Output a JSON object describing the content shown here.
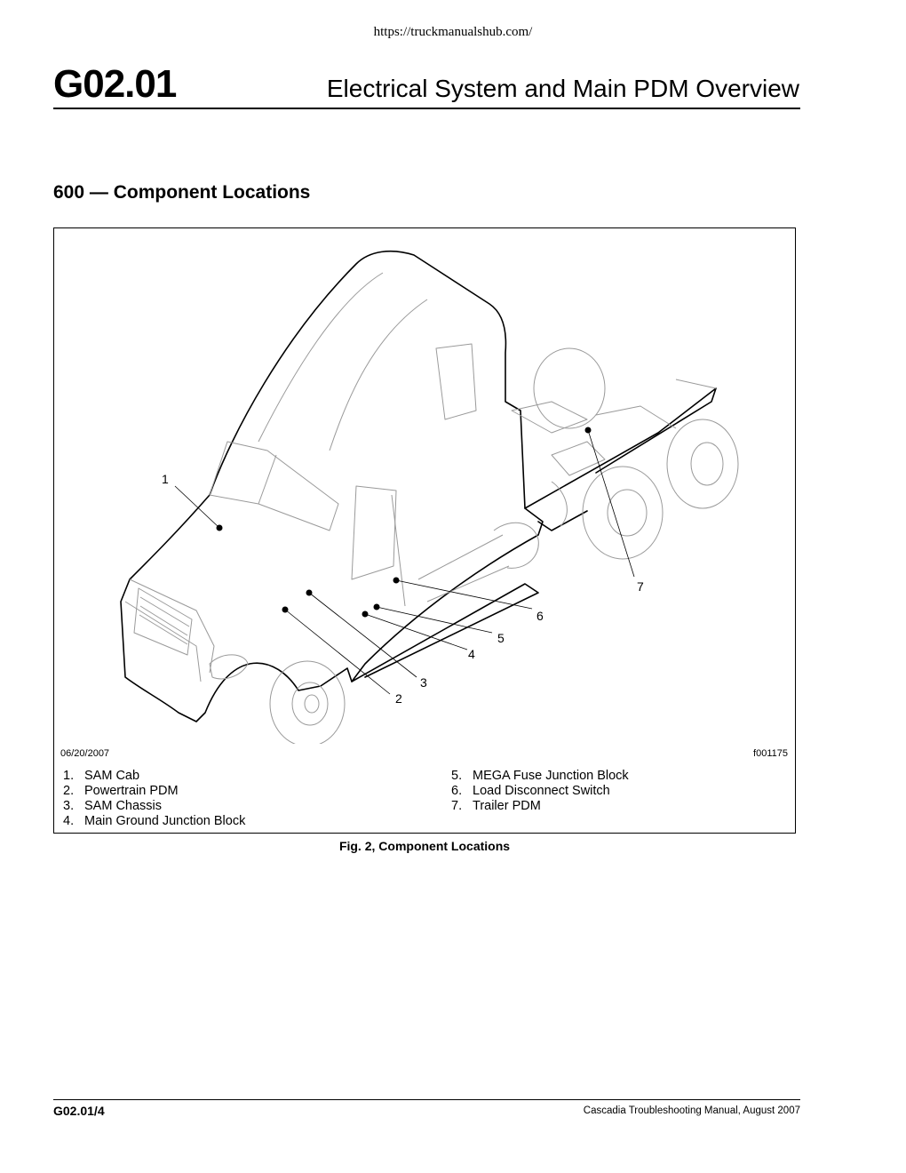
{
  "header": {
    "url": "https://truckmanualshub.com/",
    "section_number": "G02.01",
    "section_title": "Electrical System and Main PDM Overview"
  },
  "subsection": {
    "heading": "600 — Component Locations"
  },
  "figure": {
    "date": "06/20/2007",
    "figure_id": "f001175",
    "callouts": [
      "1",
      "2",
      "3",
      "4",
      "5",
      "6",
      "7"
    ],
    "legend": [
      {
        "num": "1.",
        "label": "SAM Cab"
      },
      {
        "num": "2.",
        "label": "Powertrain PDM"
      },
      {
        "num": "3.",
        "label": "SAM Chassis"
      },
      {
        "num": "4.",
        "label": "Main Ground Junction Block"
      },
      {
        "num": "5.",
        "label": "MEGA Fuse Junction Block"
      },
      {
        "num": "6.",
        "label": "Load Disconnect Switch"
      },
      {
        "num": "7.",
        "label": "Trailer PDM"
      }
    ],
    "caption": "Fig. 2, Component Locations"
  },
  "footer": {
    "page_id": "G02.01/4",
    "manual": "Cascadia Troubleshooting Manual, August 2007"
  }
}
